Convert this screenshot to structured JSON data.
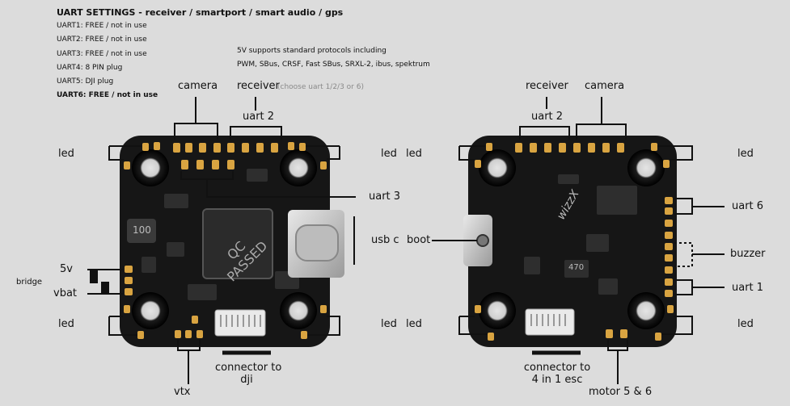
{
  "settings": {
    "title": "UART SETTINGS - receiver / smartport / smart audio / gps",
    "uarts": [
      "UART1: FREE / not in use",
      "UART2: FREE / not in use",
      "UART3: FREE / not in use",
      "UART4: 8 PIN plug",
      "UART5: DJI plug",
      "UART6: FREE / not in use"
    ],
    "note_line1": "5V supports standard protocols including",
    "note_line2": "PWM, SBus, CRSF, Fast SBus, SRXL-2, ibus, spektrum"
  },
  "front": {
    "camera": "camera",
    "receiver": "receiver",
    "receiver_hint": "(choose uart 1/2/3 or 6)",
    "uart2": "uart 2",
    "led_tl": "led",
    "led_tr": "led",
    "uart3": "uart 3",
    "usbc": "usb c",
    "bridge": "bridge",
    "v5": "5v",
    "vbat": "vbat",
    "led_bl": "led",
    "led_br": "led",
    "connector_line1": "connector to",
    "connector_line2": "dji",
    "vtx": "vtx",
    "chip_text_1": "QC",
    "chip_text_2": "PASSED",
    "inductor": "100"
  },
  "back": {
    "receiver": "receiver",
    "camera": "camera",
    "uart2": "uart 2",
    "led_tl": "led",
    "led_tr": "led",
    "uart6": "uart 6",
    "boot": "boot",
    "buzzer": "buzzer",
    "uart1": "uart 1",
    "led_bl": "led",
    "led_br": "led",
    "connector_line1": "connector to",
    "connector_line2": "4 in 1 esc",
    "motor": "motor 5 & 6",
    "brand": "wizzX",
    "part": "470"
  },
  "colors": {
    "background": "#dcdcdc",
    "pcb": "#161616",
    "pad": "#d9a441",
    "line": "#111111"
  }
}
